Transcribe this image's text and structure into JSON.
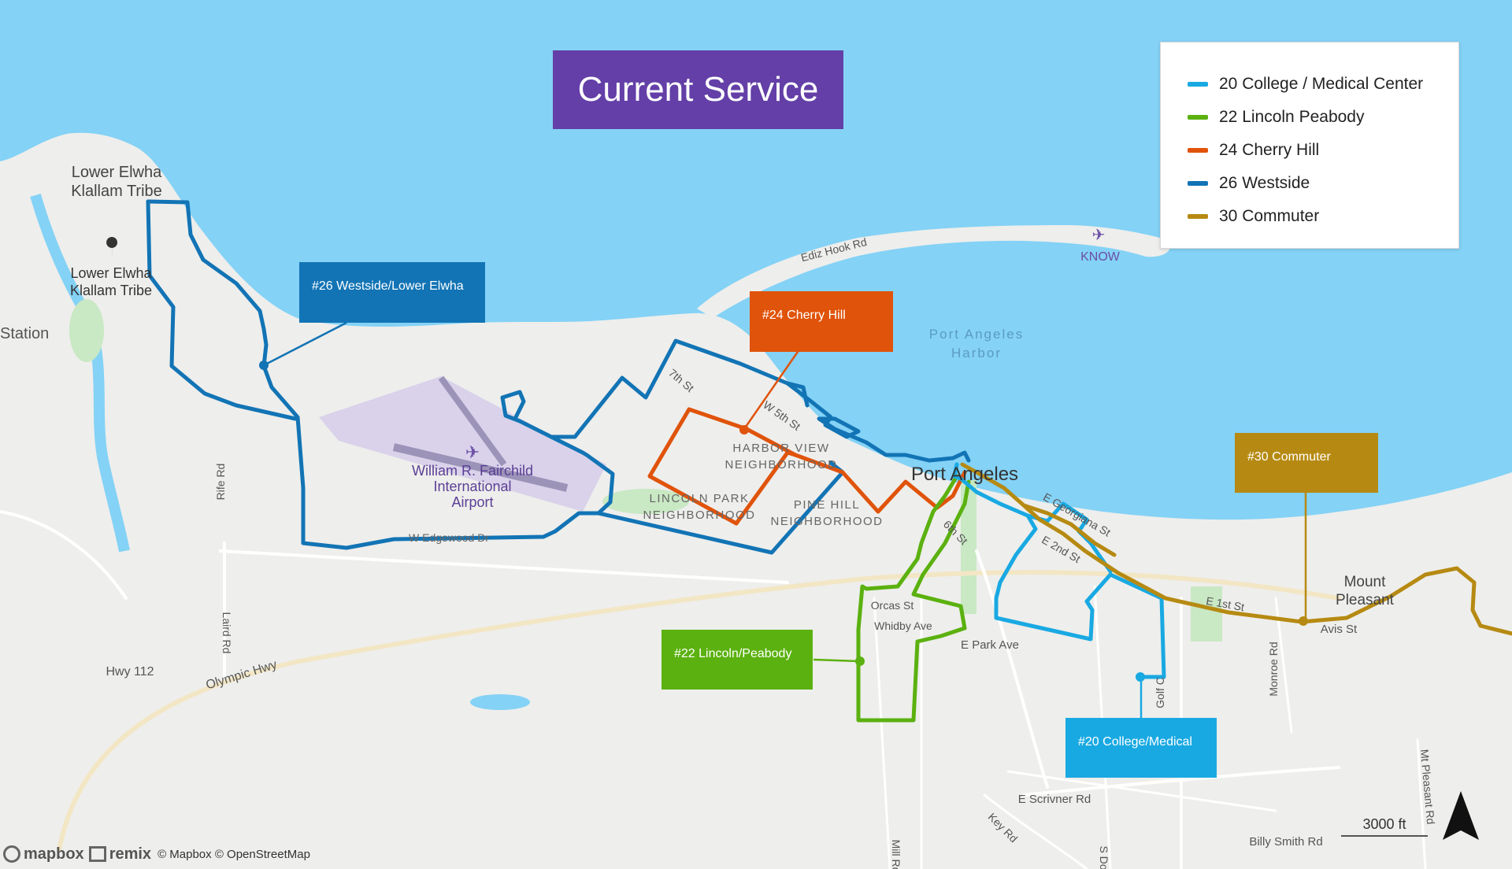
{
  "title": "Current Service",
  "colors": {
    "water": "#84d2f6",
    "land": "#eeeeec",
    "park": "#c9e8c4",
    "airport": "#d9d2ea",
    "title_bg": "#633fa7",
    "route20": "#19a9e2",
    "route22": "#5bb10f",
    "route24": "#e0530a",
    "route26": "#1274b5",
    "route30": "#b68a12"
  },
  "legend": [
    {
      "label": "20 College / Medical Center",
      "color": "#19a9e2"
    },
    {
      "label": "22 Lincoln Peabody",
      "color": "#5bb10f"
    },
    {
      "label": "24 Cherry Hill",
      "color": "#e0530a"
    },
    {
      "label": "26 Westside",
      "color": "#1274b5"
    },
    {
      "label": "30 Commuter",
      "color": "#b68a12"
    }
  ],
  "callouts": {
    "westside": "#26 Westside/Lower Elwha",
    "cherry_hill": "#24 Cherry Hill",
    "commuter": "#30 Commuter",
    "lincoln_peabody": "#22 Lincoln/Peabody",
    "college_medical": "#20 College/Medical"
  },
  "map_labels": {
    "lower_elwha_tribe_1": "Lower Elwha",
    "lower_elwha_tribe_2": "Klallam Tribe",
    "lower_elwha_poi_1": "Lower Elwha",
    "lower_elwha_poi_2": "Klallam Tribe",
    "station": "Station",
    "ediz_hook_rd": "Ediz Hook Rd",
    "know": "KNOW",
    "harbor_1": "Port Angeles",
    "harbor_2": "Harbor",
    "seventh_st": "7th St",
    "w_fifth_st": "W 5th St",
    "harbor_view_1": "HARBOR VIEW",
    "harbor_view_2": "NEIGHBORHOOD",
    "port_angeles": "Port Angeles",
    "airport_1": "William R. Fairchild",
    "airport_2": "International",
    "airport_3": "Airport",
    "lincoln_park_1": "LINCOLN PARK",
    "lincoln_park_2": "NEIGHBORHOOD",
    "pine_hill_1": "PINE HILL",
    "pine_hill_2": "NEIGHBORHOOD",
    "e_georgiana_st": "E Georgiana St",
    "e_2nd_st": "E 2nd St",
    "sixth_st": "6th St",
    "rife_rd": "Rife Rd",
    "w_edgewood_dr": "W Edgewood Dr",
    "laird_rd": "Laird Rd",
    "hwy_112": "Hwy 112",
    "olympic_hwy": "Olympic Hwy",
    "orcas_st": "Orcas St",
    "whidby_ave": "Whidby Ave",
    "e_park_ave": "E Park Ave",
    "golf_course_rd": "Golf C",
    "monroe_rd": "Monroe Rd",
    "mount_pleasant_1": "Mount",
    "mount_pleasant_2": "Pleasant",
    "avis_st": "Avis St",
    "e_first_st": "E 1st St",
    "mt_pleasant_rd": "Mt Pleasant Rd",
    "e_scrivner_rd": "E Scrivner Rd",
    "key_rd": "Key Rd",
    "mill_rd": "Mill Rd",
    "s_do": "S Do",
    "billy_smith_rd": "Billy Smith Rd"
  },
  "scale_label": "3000 ft",
  "attribution": {
    "brand1": "mapbox",
    "brand2": "remix",
    "text": "© Mapbox © OpenStreetMap"
  }
}
